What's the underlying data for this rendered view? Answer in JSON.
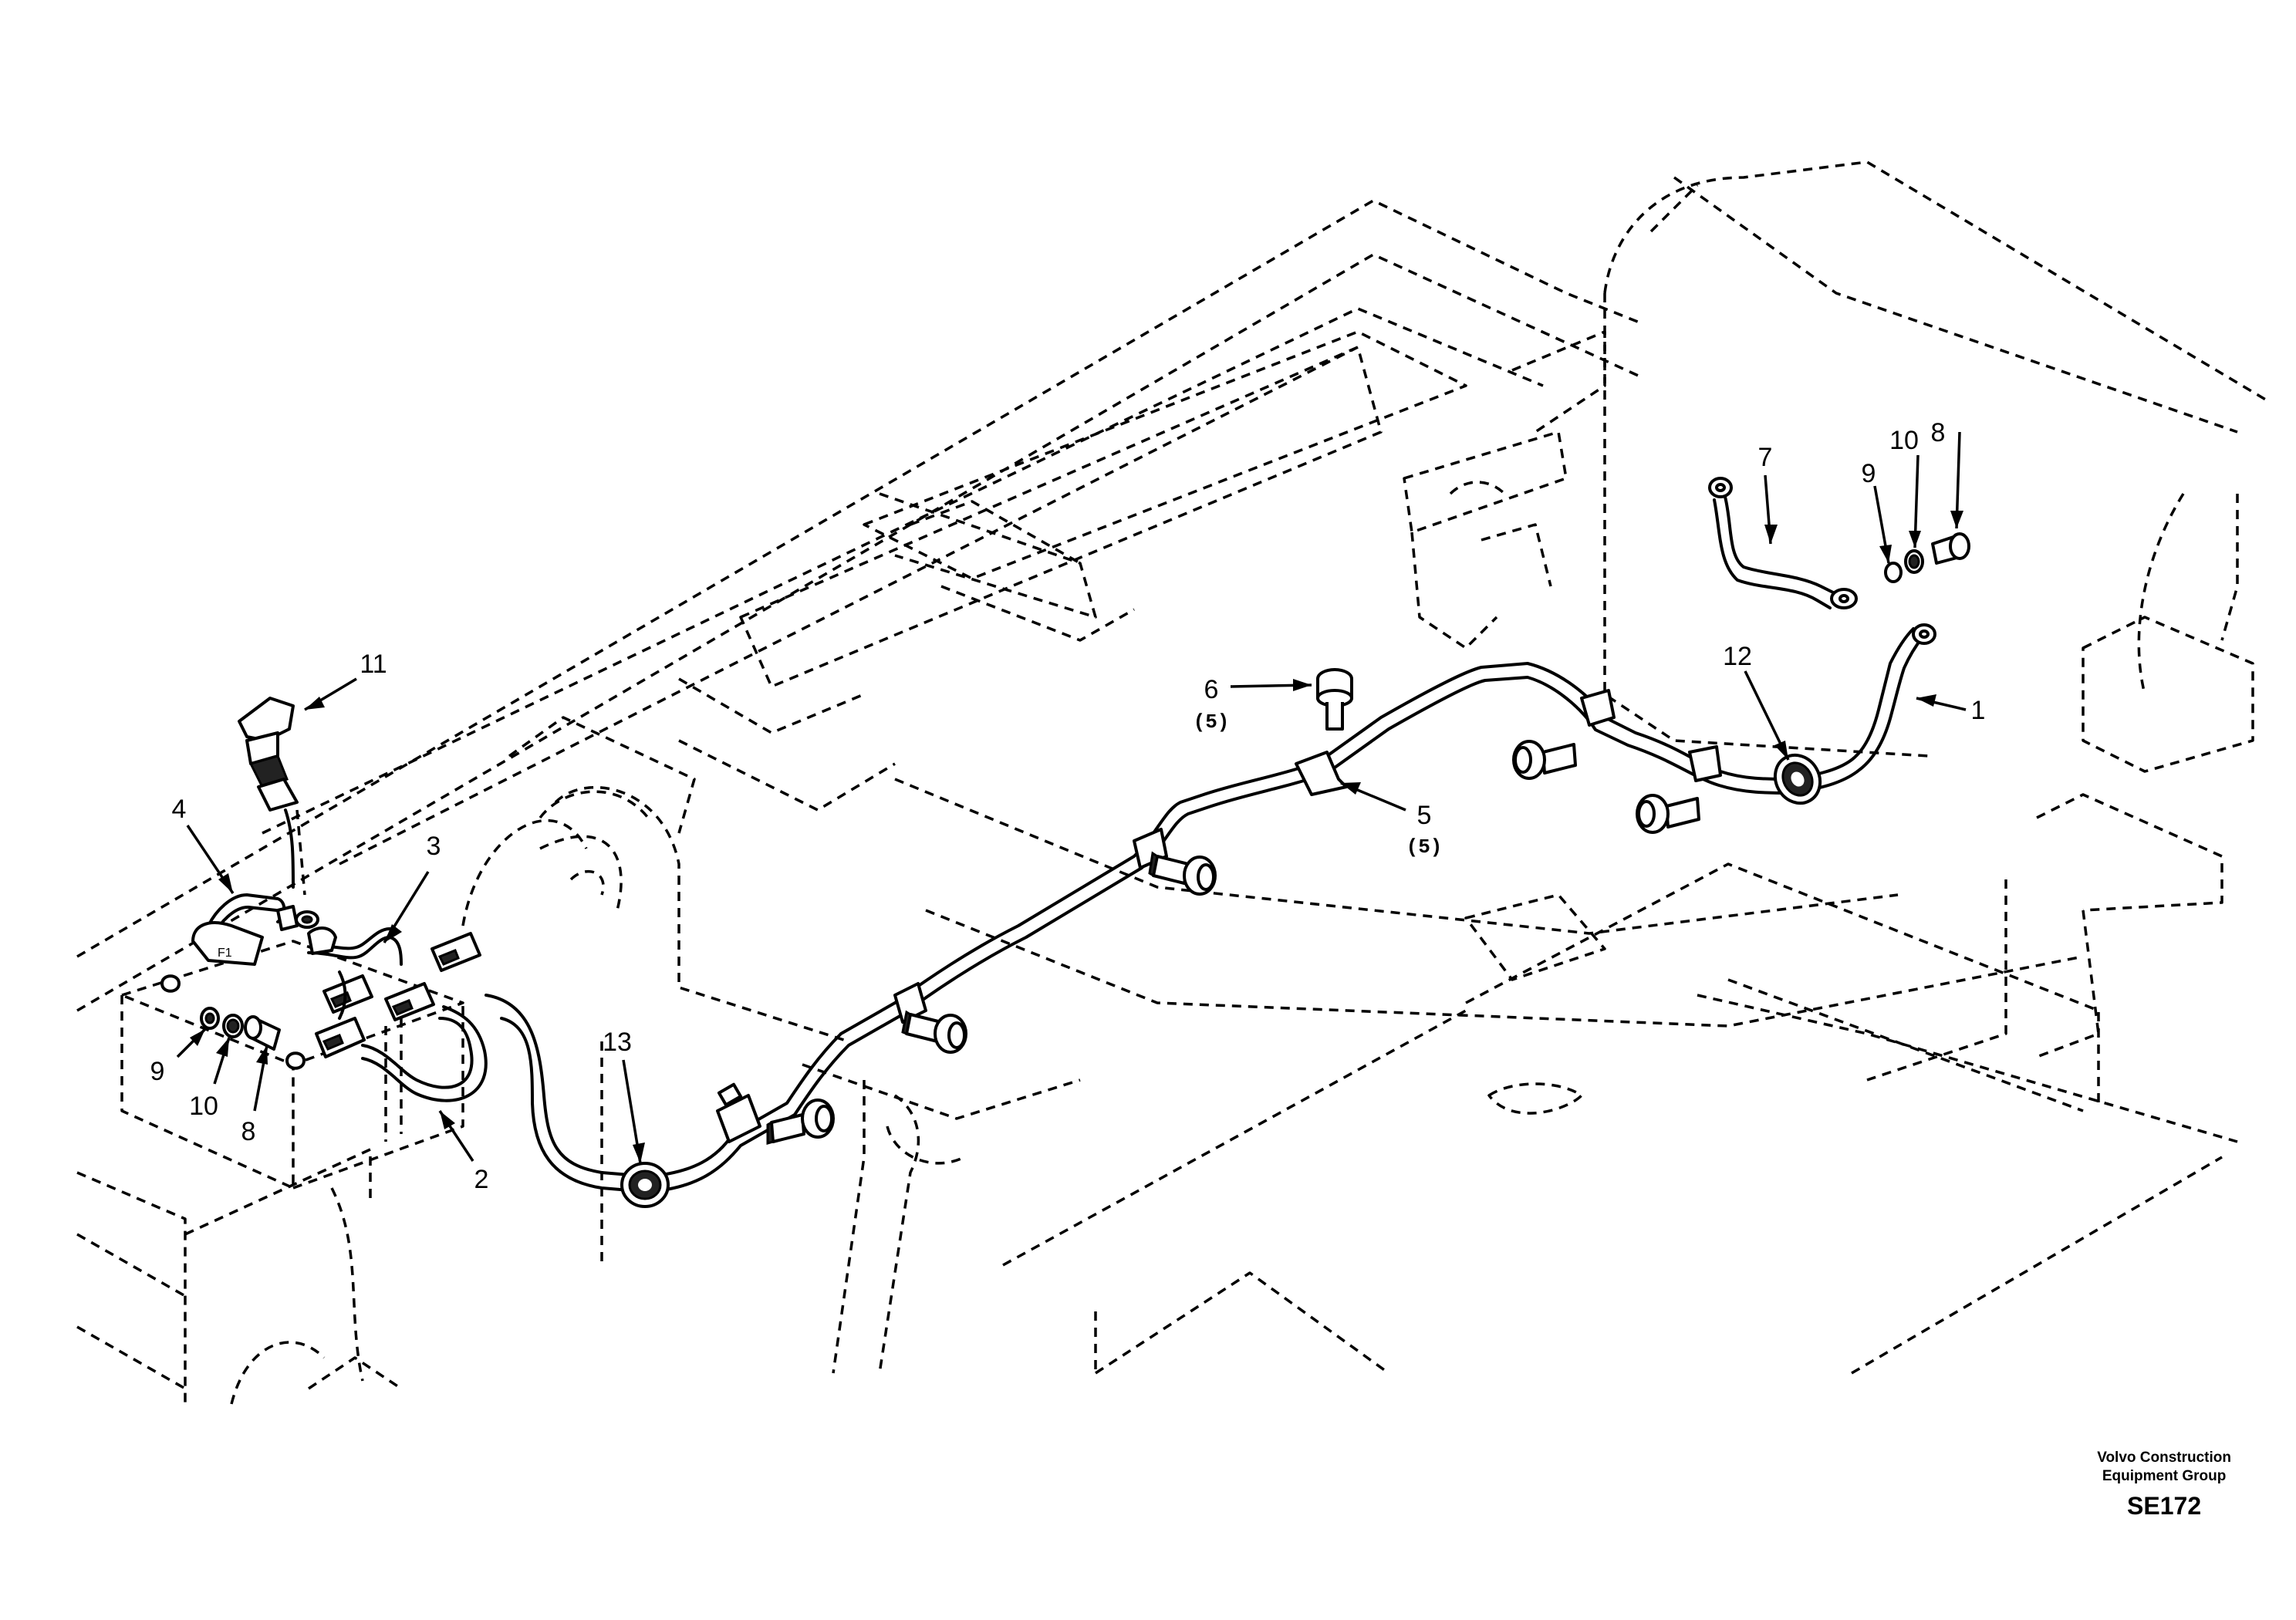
{
  "callouts": [
    {
      "id": "c1",
      "number": "1"
    },
    {
      "id": "c2",
      "number": "2"
    },
    {
      "id": "c3",
      "number": "3"
    },
    {
      "id": "c4",
      "number": "4"
    },
    {
      "id": "c5",
      "number": "5",
      "qty": "(5)"
    },
    {
      "id": "c6",
      "number": "6",
      "qty": "(5)"
    },
    {
      "id": "c7",
      "number": "7"
    },
    {
      "id": "c8a",
      "number": "8"
    },
    {
      "id": "c8b",
      "number": "8"
    },
    {
      "id": "c9a",
      "number": "9"
    },
    {
      "id": "c9b",
      "number": "9"
    },
    {
      "id": "c10a",
      "number": "10"
    },
    {
      "id": "c10b",
      "number": "10"
    },
    {
      "id": "c11",
      "number": "11"
    },
    {
      "id": "c12",
      "number": "12"
    },
    {
      "id": "c13",
      "number": "13"
    }
  ],
  "footer": {
    "company_line1": "Volvo Construction",
    "company_line2": "Equipment Group",
    "drawing_code": "SE172"
  }
}
